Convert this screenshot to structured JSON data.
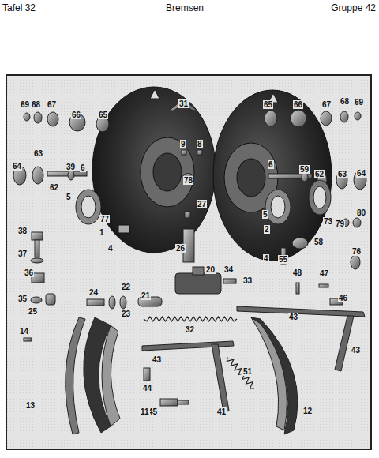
{
  "diagram": {
    "title": "Bremsen",
    "labels": [
      "Tafel 32",
      "Gruppe 42",
      "69",
      "68",
      "67",
      "66",
      "65",
      "31",
      "65",
      "66",
      "67",
      "68",
      "69",
      "9",
      "8",
      "64",
      "63",
      "62",
      "39",
      "6",
      "6",
      "59",
      "62",
      "63",
      "64",
      "78",
      "5",
      "73",
      "5",
      "77",
      "2",
      "1",
      "27",
      "80",
      "79",
      "38",
      "58",
      "4",
      "4",
      "55",
      "76",
      "26",
      "37",
      "36",
      "20",
      "34",
      "33",
      "48",
      "47",
      "35",
      "25",
      "24",
      "22",
      "23",
      "21",
      "46",
      "43",
      "14",
      "32",
      "43",
      "43",
      "51",
      "44",
      "45",
      "13",
      "11",
      "41",
      "12"
    ]
  }
}
